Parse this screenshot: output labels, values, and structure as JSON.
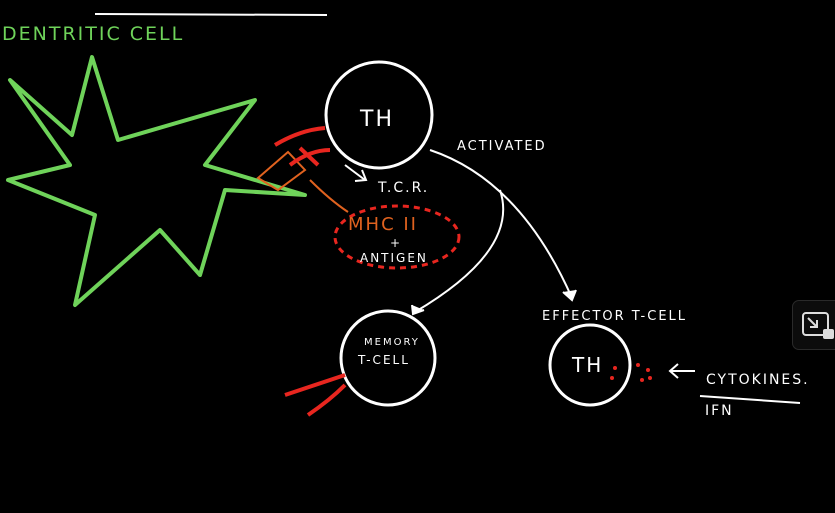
{
  "diagram": {
    "dendritic_label": "DENTRITIC CELL",
    "th_cell_label": "TH",
    "activated_label": "ACTIVATED",
    "tcr_label": "T.C.R.",
    "mhc_label": "MHC II",
    "plus_label": "+",
    "antigen_label": "ANTIGEN",
    "memory_label_1": "MEMORY",
    "memory_label_2": "T-CELL",
    "effector_label": "EFFECTOR T-CELL",
    "effector_th_label": "TH",
    "cytokines_label": "CYTOKINES.",
    "ifn_label": "IFN"
  },
  "colors": {
    "background": "#000000",
    "dendritic": "#6fd35a",
    "chalk": "#ffffff",
    "receptor": "#e8261f",
    "mhc": "#e0621f"
  },
  "controls": {
    "pip_icon": "picture-in-picture-exit-icon"
  }
}
